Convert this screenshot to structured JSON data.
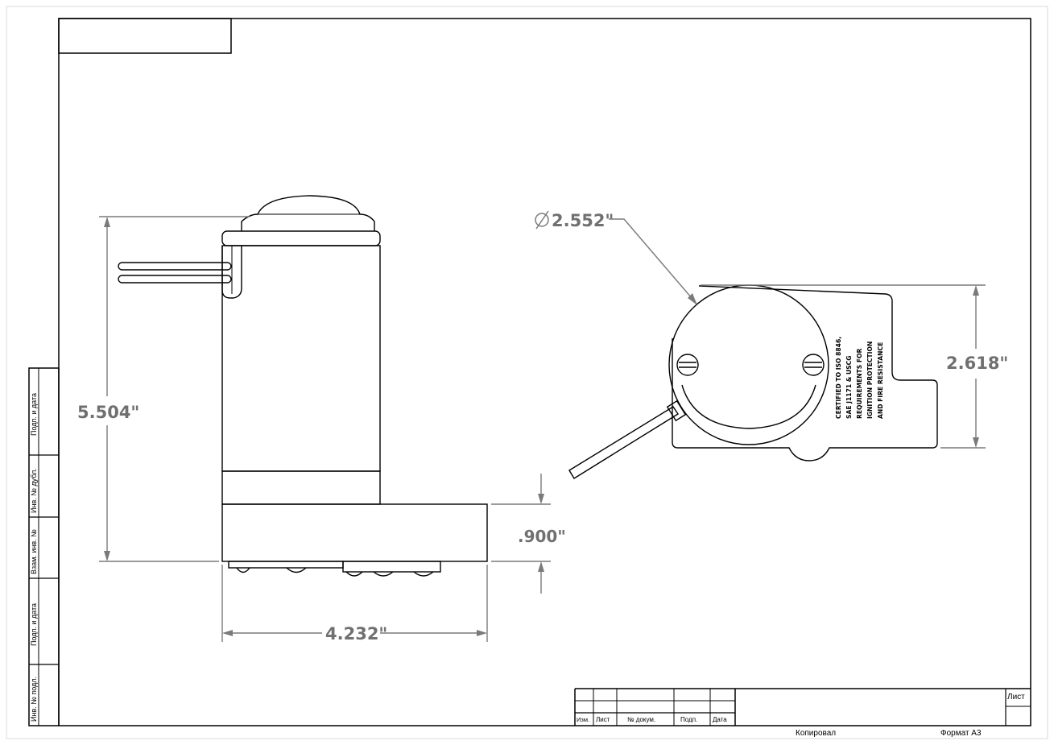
{
  "dimensions": {
    "height": "5.504\"",
    "width": "4.232\"",
    "base_thickness": ".900\"",
    "diameter": "2.552\"",
    "top_height": "2.618\""
  },
  "certification_label": [
    "CERTIFIED TO ISO 8846,",
    "SAE J1171 & USCG",
    "REQUIREMENTS FOR",
    "IGNITION PROTECTION",
    "AND FIRE RESISTANCE"
  ],
  "side_strip": [
    "Подп. и дата",
    "Инв. № дубл.",
    "Взам. инв. №",
    "Подп. и дата",
    "Инв. № подл."
  ],
  "title_block": {
    "col_izm": "Изм.",
    "col_list": "Лист",
    "col_doc_num": "№ докум.",
    "col_sign": "Подп.",
    "col_date": "Дата",
    "sheet_label": "Лист",
    "copied": "Копировал",
    "format": "Формат А3"
  }
}
